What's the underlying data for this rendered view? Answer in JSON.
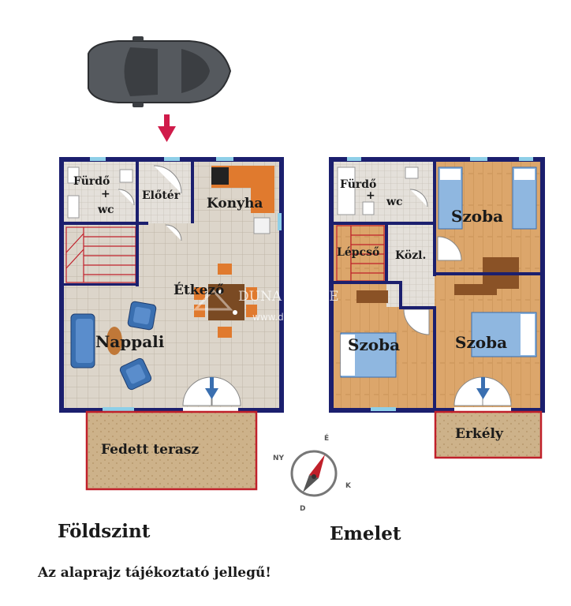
{
  "ground_floor": {
    "title": "Földszint",
    "rooms": {
      "furdo": "Fürdő",
      "plus": "+",
      "wc": "wc",
      "eloter": "Előtér",
      "konyha": "Konyha",
      "etkezo": "Étkező",
      "nappali": "Nappali",
      "terasz": "Fedett terasz"
    }
  },
  "upper_floor": {
    "title": "Emelet",
    "rooms": {
      "furdo": "Fürdő",
      "plus": "+",
      "wc": "wc",
      "lepcso": "Lépcső",
      "kozl": "Közl.",
      "szoba_top": "Szoba",
      "szoba_left": "Szoba",
      "szoba_right": "Szoba",
      "erkely": "Erkély"
    }
  },
  "watermark": {
    "brand": "DUNA HOUSE",
    "url": "www.dh.hu"
  },
  "compass": {
    "north": "É",
    "east": "K",
    "south": "D",
    "west": "NY"
  },
  "disclaimer": "Az alaprajz tájékoztató jellegű!",
  "colors": {
    "wall": "#1b1f6e",
    "tile": "#d9d2c6",
    "wood": "#d9a46a",
    "terrace": "#c9ae85",
    "terrace_border": "#c0202a",
    "furniture_blue": "#3a6fb0",
    "arrow": "#d01b4a",
    "kitchen_orange": "#e07a2e"
  }
}
